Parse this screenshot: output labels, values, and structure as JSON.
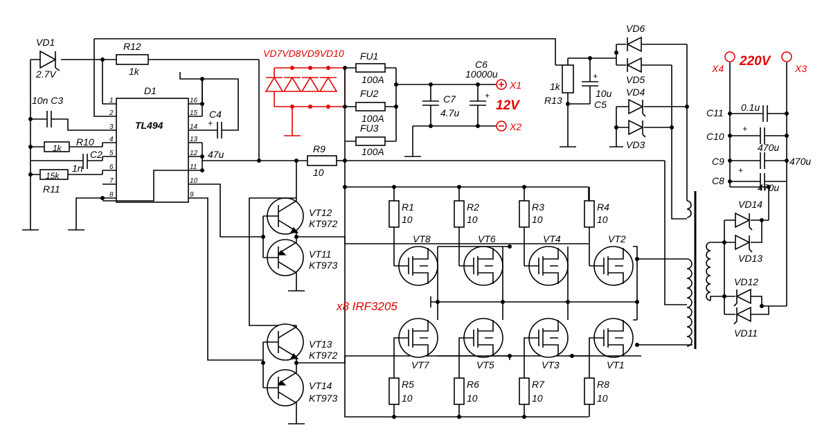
{
  "colors": {
    "ink": "#000000",
    "accent": "#e00000",
    "background": "#ffffff"
  },
  "controller": {
    "ref": "D1",
    "part": "TL494",
    "pins": [
      "1",
      "2",
      "3",
      "4",
      "5",
      "6",
      "7",
      "8",
      "16",
      "15",
      "14",
      "13",
      "12",
      "11",
      "10",
      "9"
    ]
  },
  "labels": {
    "vd1": "VD1",
    "vd1_val": "2.7V",
    "r12": "R12",
    "r12_val": "1k",
    "c3": "10n C3",
    "r10": "R10",
    "r10_val": "1k",
    "c2": "C2",
    "c2_val": "1n",
    "r11": "R11",
    "r11_val": "15k",
    "c4": "C4",
    "c4_val": "47u",
    "r9": "R9",
    "r9_val": "10",
    "diodes_red": "VD7VD8VD9VD10",
    "fu1": "FU1",
    "fu1_val": "100A",
    "fu2": "FU2",
    "fu2_val": "100A",
    "fu3": "FU3",
    "fu3_val": "100A",
    "c6": "C6",
    "c6_val": "10000u",
    "c7": "C7",
    "c7_val": "4.7u",
    "x1": "X1",
    "x2": "X2",
    "dc_voltage": "12V",
    "r13": "R13",
    "r13_val": "1k",
    "c5": "C5",
    "c5_val": "10u",
    "vd3": "VD3",
    "vd4": "VD4",
    "vd5": "VD5",
    "vd6": "VD6",
    "x3": "X3",
    "x4": "X4",
    "ac_voltage": "220V",
    "c11": "C11",
    "c11_val": "0.1u",
    "c10": "C10",
    "c10_val": "470u",
    "c9": "C9",
    "c9_val": "470u",
    "c8": "C8",
    "c8_val": "470u",
    "vd11": "VD11",
    "vd12": "VD12",
    "vd13": "VD13",
    "vd14": "VD14",
    "vt11": "VT11",
    "vt11_type": "KT973",
    "vt12": "VT12",
    "vt12_type": "KT972",
    "vt13": "VT13",
    "vt13_type": "KT972",
    "vt14": "VT14",
    "vt14_type": "KT973",
    "mosfet_note": "x8 IRF3205"
  },
  "gate_resistors": [
    {
      "ref": "R1",
      "val": "10"
    },
    {
      "ref": "R2",
      "val": "10"
    },
    {
      "ref": "R3",
      "val": "10"
    },
    {
      "ref": "R4",
      "val": "10"
    },
    {
      "ref": "R5",
      "val": "10"
    },
    {
      "ref": "R6",
      "val": "10"
    },
    {
      "ref": "R7",
      "val": "10"
    },
    {
      "ref": "R8",
      "val": "10"
    }
  ],
  "mosfets": [
    {
      "ref": "VT8"
    },
    {
      "ref": "VT6"
    },
    {
      "ref": "VT4"
    },
    {
      "ref": "VT2"
    },
    {
      "ref": "VT7"
    },
    {
      "ref": "VT5"
    },
    {
      "ref": "VT3"
    },
    {
      "ref": "VT1"
    }
  ]
}
